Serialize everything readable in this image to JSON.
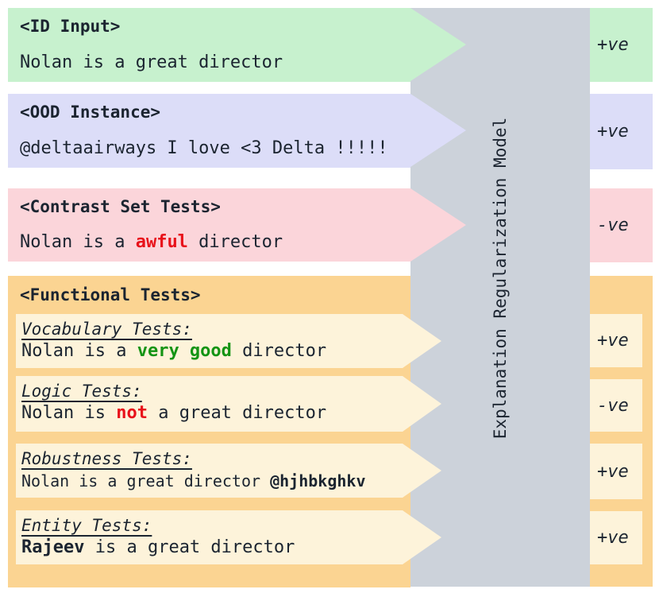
{
  "palette": {
    "id_input_green": "#c7f1ce",
    "ood_lavender": "#dcddf8",
    "contrast_pink": "#fbd5da",
    "functional_orange": "#fbd492",
    "subtest_cream": "#fdf3da",
    "model_band_gray": "#ccd2da",
    "ink": "#1b2430",
    "highlight_red": "#e8121a",
    "highlight_green": "#149414"
  },
  "model_band": {
    "label": "Explanation Regularization Model"
  },
  "left_boxes": [
    {
      "id": "id-input",
      "title": "<ID Input>",
      "body": [
        {
          "t": "Nolan is a great director",
          "s": "plain"
        }
      ]
    },
    {
      "id": "ood-instance",
      "title": "<OOD Instance>",
      "body": [
        {
          "t": "@deltaairways I love <3 Delta !!!!!",
          "s": "plain"
        }
      ]
    },
    {
      "id": "contrast-set",
      "title": "<Contrast Set Tests>",
      "body": [
        {
          "t": "Nolan is a ",
          "s": "plain"
        },
        {
          "t": "awful",
          "s": "red"
        },
        {
          "t": " director",
          "s": "plain"
        }
      ]
    }
  ],
  "functional": {
    "title": "<Functional Tests>",
    "tests": [
      {
        "id": "vocabulary",
        "heading": "Vocabulary Tests:",
        "body": [
          {
            "t": "Nolan is a ",
            "s": "plain"
          },
          {
            "t": "very good",
            "s": "green"
          },
          {
            "t": " director",
            "s": "plain"
          }
        ]
      },
      {
        "id": "logic",
        "heading": "Logic Tests:",
        "body": [
          {
            "t": "Nolan is ",
            "s": "plain"
          },
          {
            "t": "not",
            "s": "red"
          },
          {
            "t": " a great director",
            "s": "plain"
          }
        ]
      },
      {
        "id": "robustness",
        "heading": "Robustness Tests:",
        "body": [
          {
            "t": "Nolan is a great director ",
            "s": "plain"
          },
          {
            "t": "@hjhbkghkv",
            "s": "bold"
          }
        ]
      },
      {
        "id": "entity",
        "heading": "Entity Tests:",
        "body": [
          {
            "t": "Rajeev",
            "s": "bold"
          },
          {
            "t": " is a great director",
            "s": "plain"
          }
        ]
      }
    ]
  },
  "outputs": {
    "id_input": "+ve",
    "ood": "+ve",
    "contrast": "-ve",
    "vocabulary": "+ve",
    "logic": "-ve",
    "robustness": "+ve",
    "entity": "+ve"
  }
}
